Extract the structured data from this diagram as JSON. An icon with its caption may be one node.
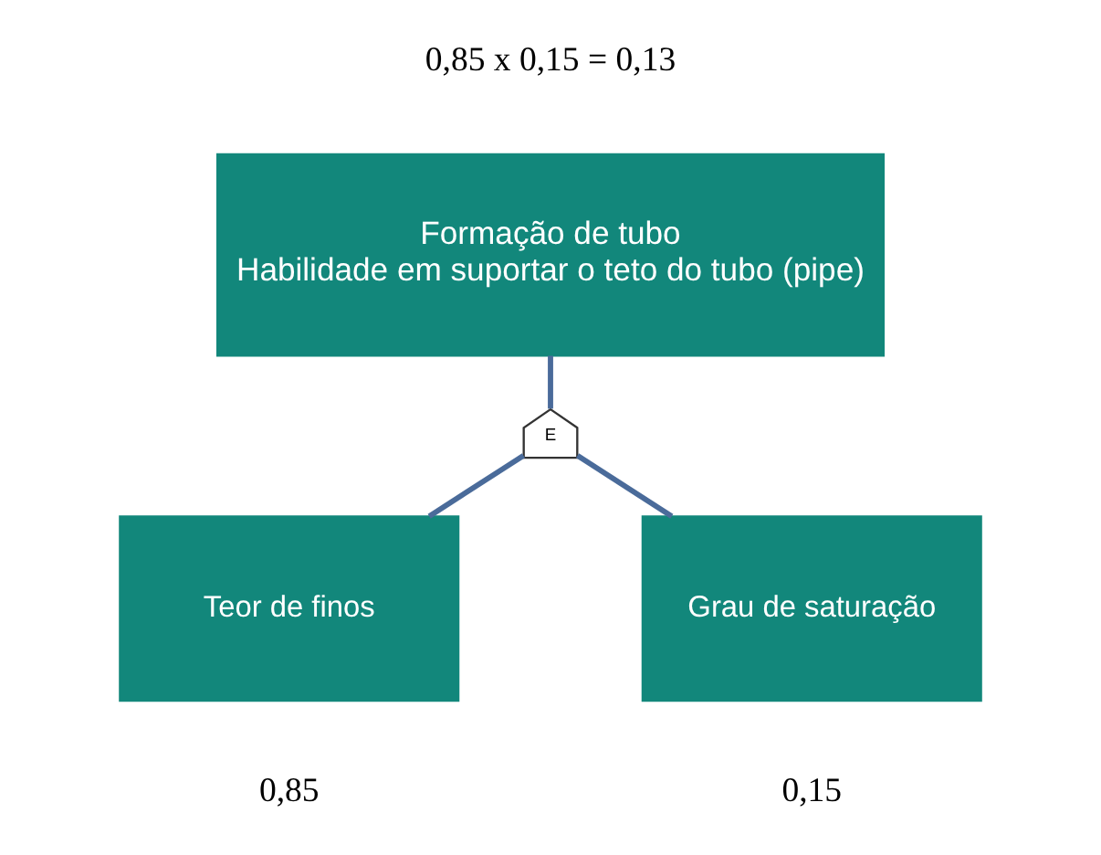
{
  "diagram": {
    "nodes": [
      {
        "text": [
          "Formação de tubo",
          "Habilidade em suportar o teto do tubo (pipe)"
        ],
        "beside": [
          "0,85 x 0,15 = 0,13"
        ]
      },
      {
        "text": [
          "E"
        ]
      },
      {
        "text": [
          "Teor de finos"
        ],
        "beside": [
          "0,85"
        ]
      },
      {
        "text": [
          "Grau de saturação"
        ],
        "beside": [
          "0,15"
        ]
      }
    ],
    "edges": [
      {
        "from": 0,
        "to": 1,
        "arrow": "none"
      },
      {
        "from": 1,
        "to": 2,
        "arrow": "none"
      },
      {
        "from": 1,
        "to": 3,
        "arrow": "none"
      }
    ]
  }
}
